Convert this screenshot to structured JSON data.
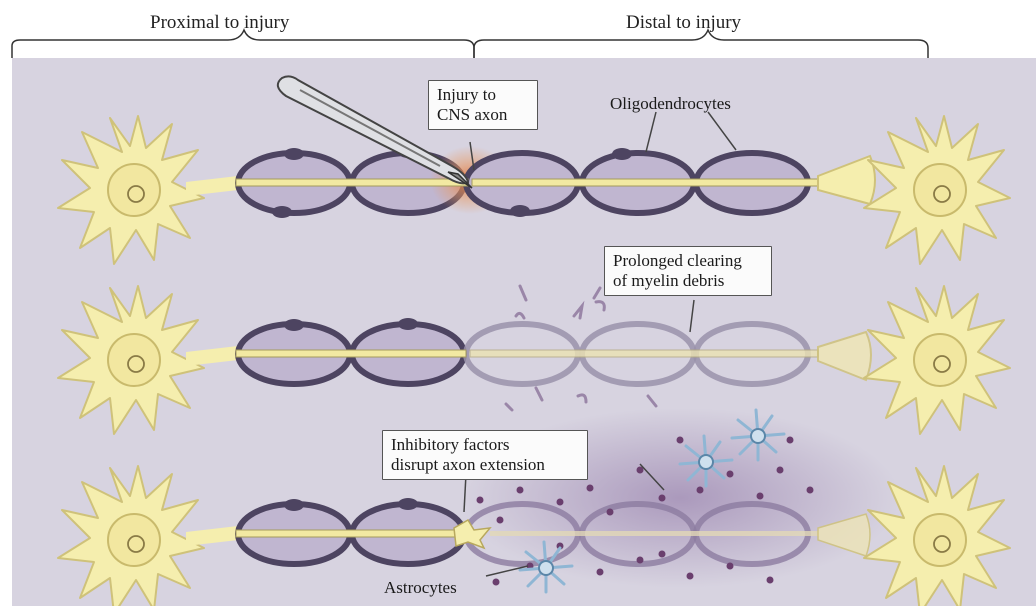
{
  "headers": {
    "proximal": "Proximal to injury",
    "distal": "Distal to injury"
  },
  "labels": {
    "injury_line1": "Injury to",
    "injury_line2": "CNS axon",
    "oligodendrocytes": "Oligodendrocytes",
    "clearing_line1": "Prolonged clearing",
    "clearing_line2": "of myelin debris",
    "inhibitory_line1": "Inhibitory factors",
    "inhibitory_line2": "disrupt axon extension",
    "astrocytes": "Astrocytes"
  },
  "colors": {
    "background": "#d7d3e0",
    "neuron": "#f5eeae",
    "myelin": "#4d4461",
    "myelin_faded": "#9a92aa",
    "axon": "#f2e9a2",
    "injury_glow": "#e2763c",
    "astrocyte": "#8fb6d4",
    "debris_dot": "#6a3f6e"
  }
}
